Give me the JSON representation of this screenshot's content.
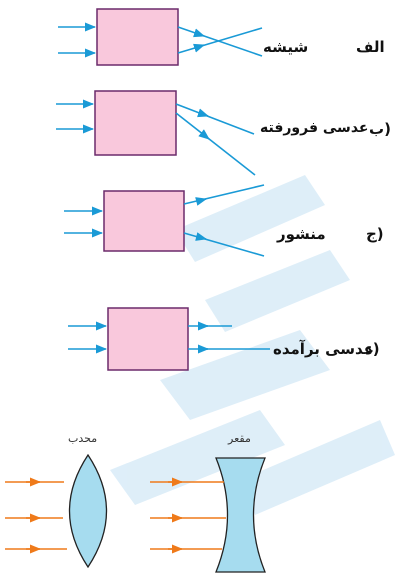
{
  "rows": [
    {
      "letter": "الف",
      "name": "شیشه"
    },
    {
      "letter": "(ب",
      "name": "عدسی فرورفته"
    },
    {
      "letter": "(ج",
      "name": "منشور"
    },
    {
      "letter": "(د",
      "name": "عدسی برآمده"
    }
  ],
  "lenses": {
    "convex_label": "محدب",
    "concave_label": "مقعر"
  },
  "colors": {
    "box_fill": "#f9c8dc",
    "box_stroke": "#6b2a6b",
    "ray": "#1a9ad6",
    "lens_fill": "#a6dcef",
    "lens_ray": "#ef7a1a",
    "watermark": "#d6eaf7"
  }
}
